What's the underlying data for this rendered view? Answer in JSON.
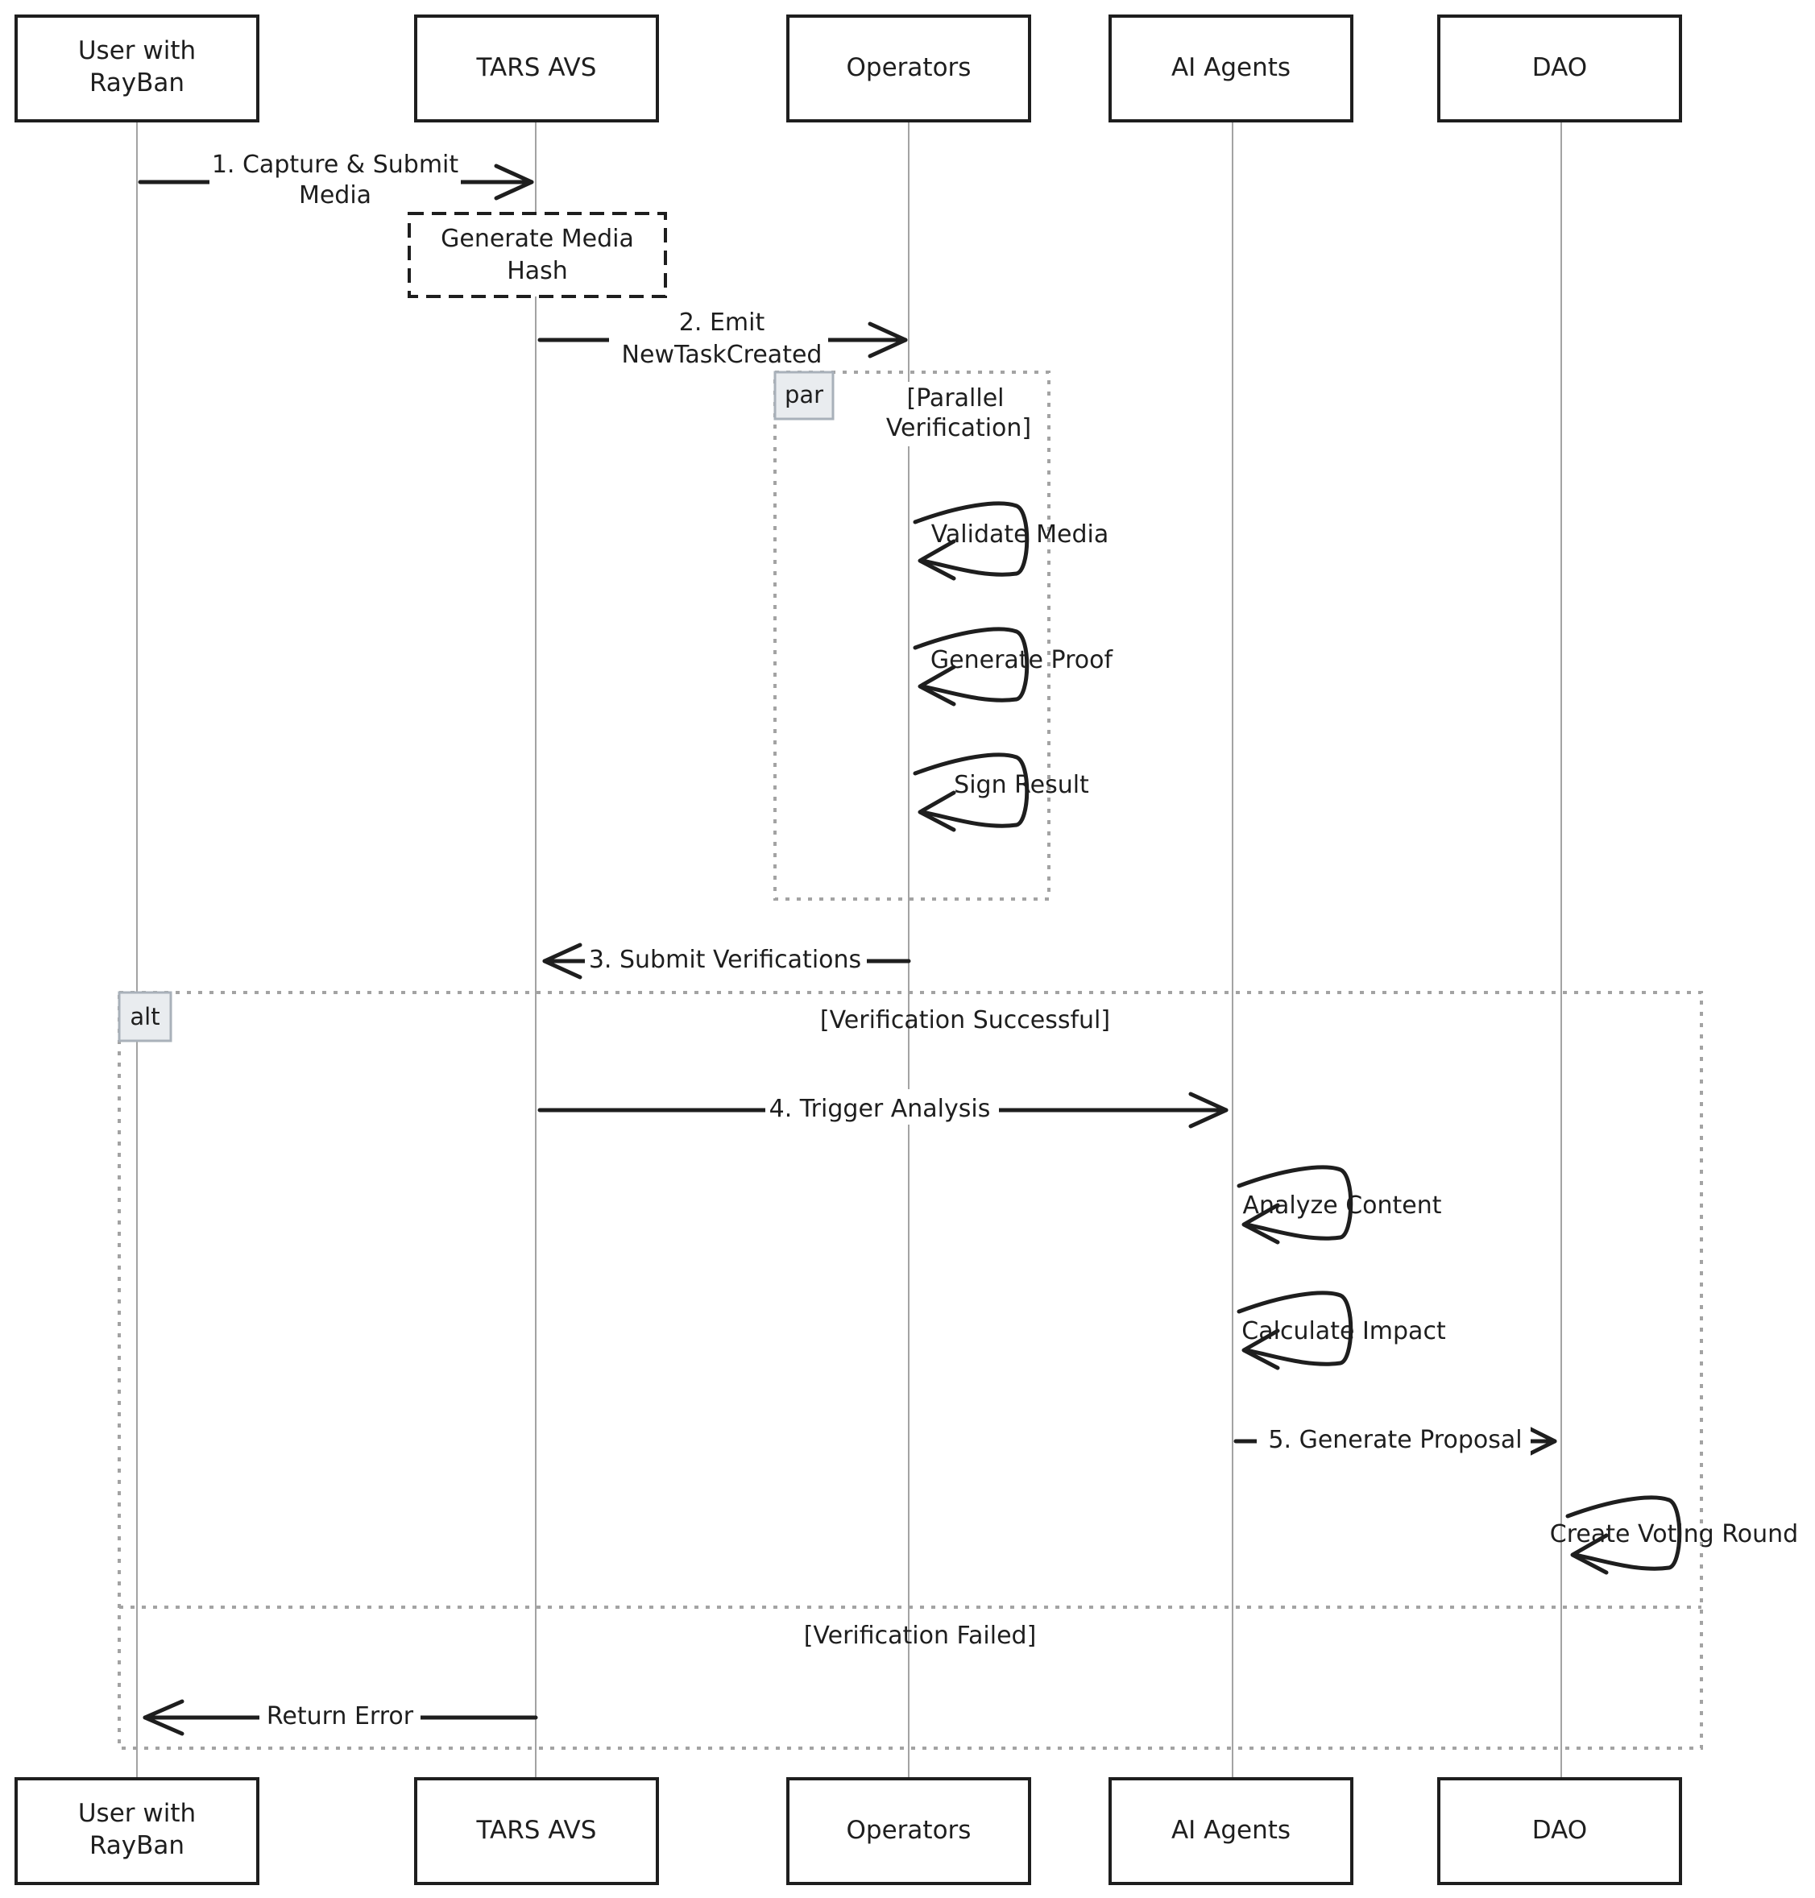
{
  "participants": [
    {
      "id": "user",
      "label_lines": [
        "User with",
        "RayBan"
      ]
    },
    {
      "id": "tars",
      "label_lines": [
        "TARS AVS"
      ]
    },
    {
      "id": "operators",
      "label_lines": [
        "Operators"
      ]
    },
    {
      "id": "agents",
      "label_lines": [
        "AI Agents"
      ]
    },
    {
      "id": "dao",
      "label_lines": [
        "DAO"
      ]
    }
  ],
  "messages": {
    "m1": [
      "1. Capture & Submit",
      "Media"
    ],
    "note": [
      "Generate Media",
      "Hash"
    ],
    "m2": [
      "2. Emit",
      "NewTaskCreated"
    ],
    "validate": "Validate Media",
    "proof": "Generate Proof",
    "sign": "Sign Result",
    "m3": "3. Submit Verifications",
    "m4": "4. Trigger Analysis",
    "analyze": "Analyze Content",
    "impact": "Calculate Impact",
    "m5": "5. Generate Proposal",
    "voting": "Create Voting Round",
    "error": "Return Error"
  },
  "frames": {
    "par": {
      "tag": "par",
      "guard": [
        "[Parallel",
        "Verification]"
      ]
    },
    "alt": {
      "tag": "alt",
      "guard_success": "[Verification Successful]",
      "guard_failed": "[Verification Failed]"
    }
  },
  "colors": {
    "ink": "#1e1e1e",
    "lifeline": "#a3a3a3",
    "frame": "#a3a3a3",
    "tag_fill": "#e9ecef"
  }
}
